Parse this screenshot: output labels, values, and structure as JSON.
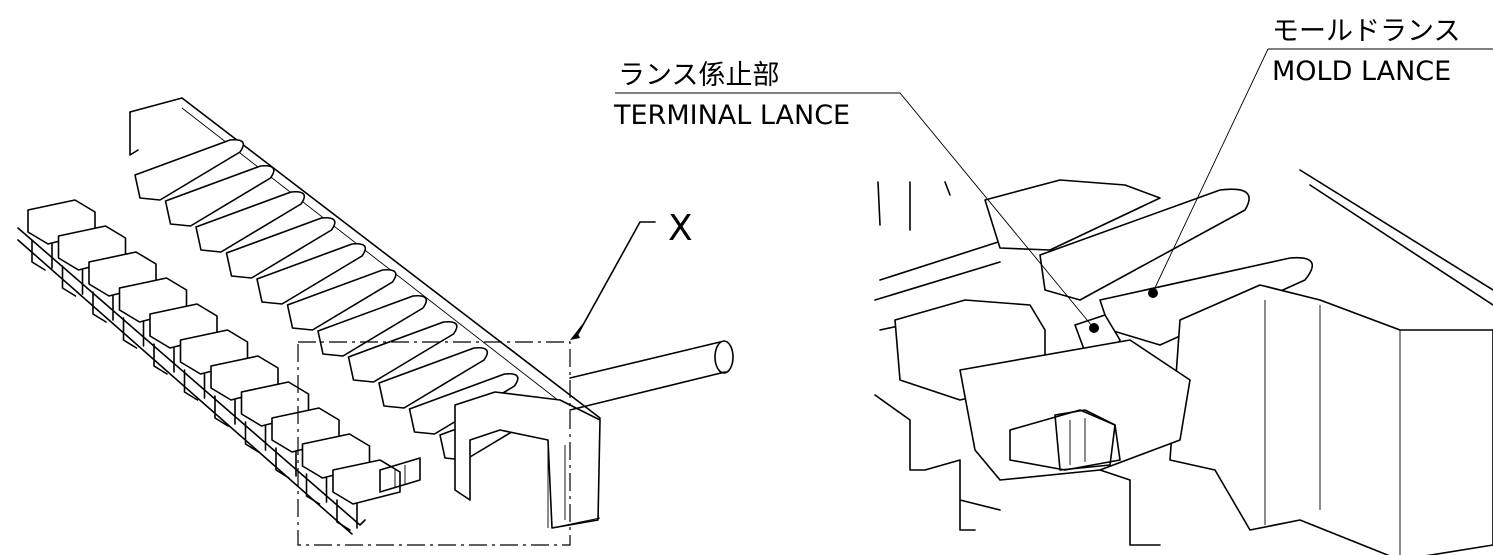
{
  "detail_marker": {
    "letter": "X"
  },
  "callouts": {
    "terminal_lance": {
      "label_jp": "ランス係止部",
      "label_en": "TERMINAL LANCE"
    },
    "mold_lance": {
      "label_jp": "モールドランス",
      "label_en": "MOLD LANCE"
    }
  }
}
